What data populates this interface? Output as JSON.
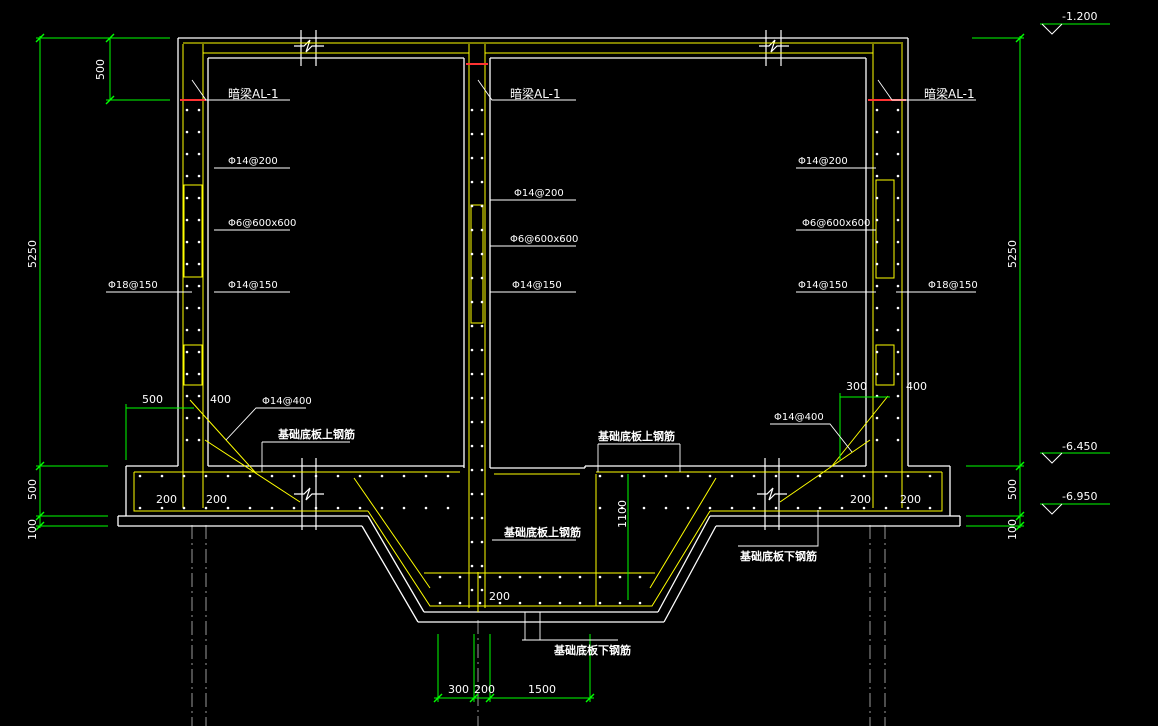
{
  "colors": {
    "background": "#000000",
    "concrete_outline": "#ffffff",
    "dimension": "#00ff00",
    "rebar": "#ffff00",
    "section_cut": "#ff3333",
    "centerline": "#9a9a9a",
    "text": "#ffffff"
  },
  "elevations": [
    "-1.200",
    "-6.450",
    "-6.950"
  ],
  "beam_labels": {
    "left": "暗梁AL-1",
    "middle": "暗梁AL-1",
    "right": "暗梁AL-1"
  },
  "rebar_labels": {
    "left_d14_200": "Φ14@200",
    "left_d6": "Φ6@600x600",
    "left_d14_150": "Φ14@150",
    "left_d18_150": "Φ18@150",
    "left_d14_400": "Φ14@400",
    "mid_d14_200": "Φ14@200",
    "mid_d6": "Φ6@600x600",
    "mid_d14_150": "Φ14@150",
    "right_d14_200": "Φ14@200",
    "right_d6": "Φ6@600x600",
    "right_d14_150": "Φ14@150",
    "right_d18_150": "Φ18@150",
    "right_d14_400": "Φ14@400"
  },
  "notes": {
    "base_top_left": "基础底板上钢筋",
    "base_top_right": "基础底板上钢筋",
    "base_top_center": "基础底板上钢筋",
    "base_bottom_right": "基础底板下钢筋",
    "base_bottom_center": "基础底板下钢筋"
  },
  "dimensions": {
    "left_500_top": "500",
    "left_5250": "5250",
    "left_500": "500",
    "left_100": "100",
    "right_5250": "5250",
    "right_500": "500",
    "right_100": "100",
    "haunch_left_500": "500",
    "haunch_left_400": "400",
    "haunch_right_300": "300",
    "haunch_right_400": "400",
    "wall_left_200a": "200",
    "wall_left_200b": "200",
    "wall_right_200a": "200",
    "wall_right_200b": "200",
    "pit_1100": "1100",
    "pit_200": "200",
    "bottom_300": "300",
    "bottom_200": "200",
    "bottom_1500": "1500"
  }
}
